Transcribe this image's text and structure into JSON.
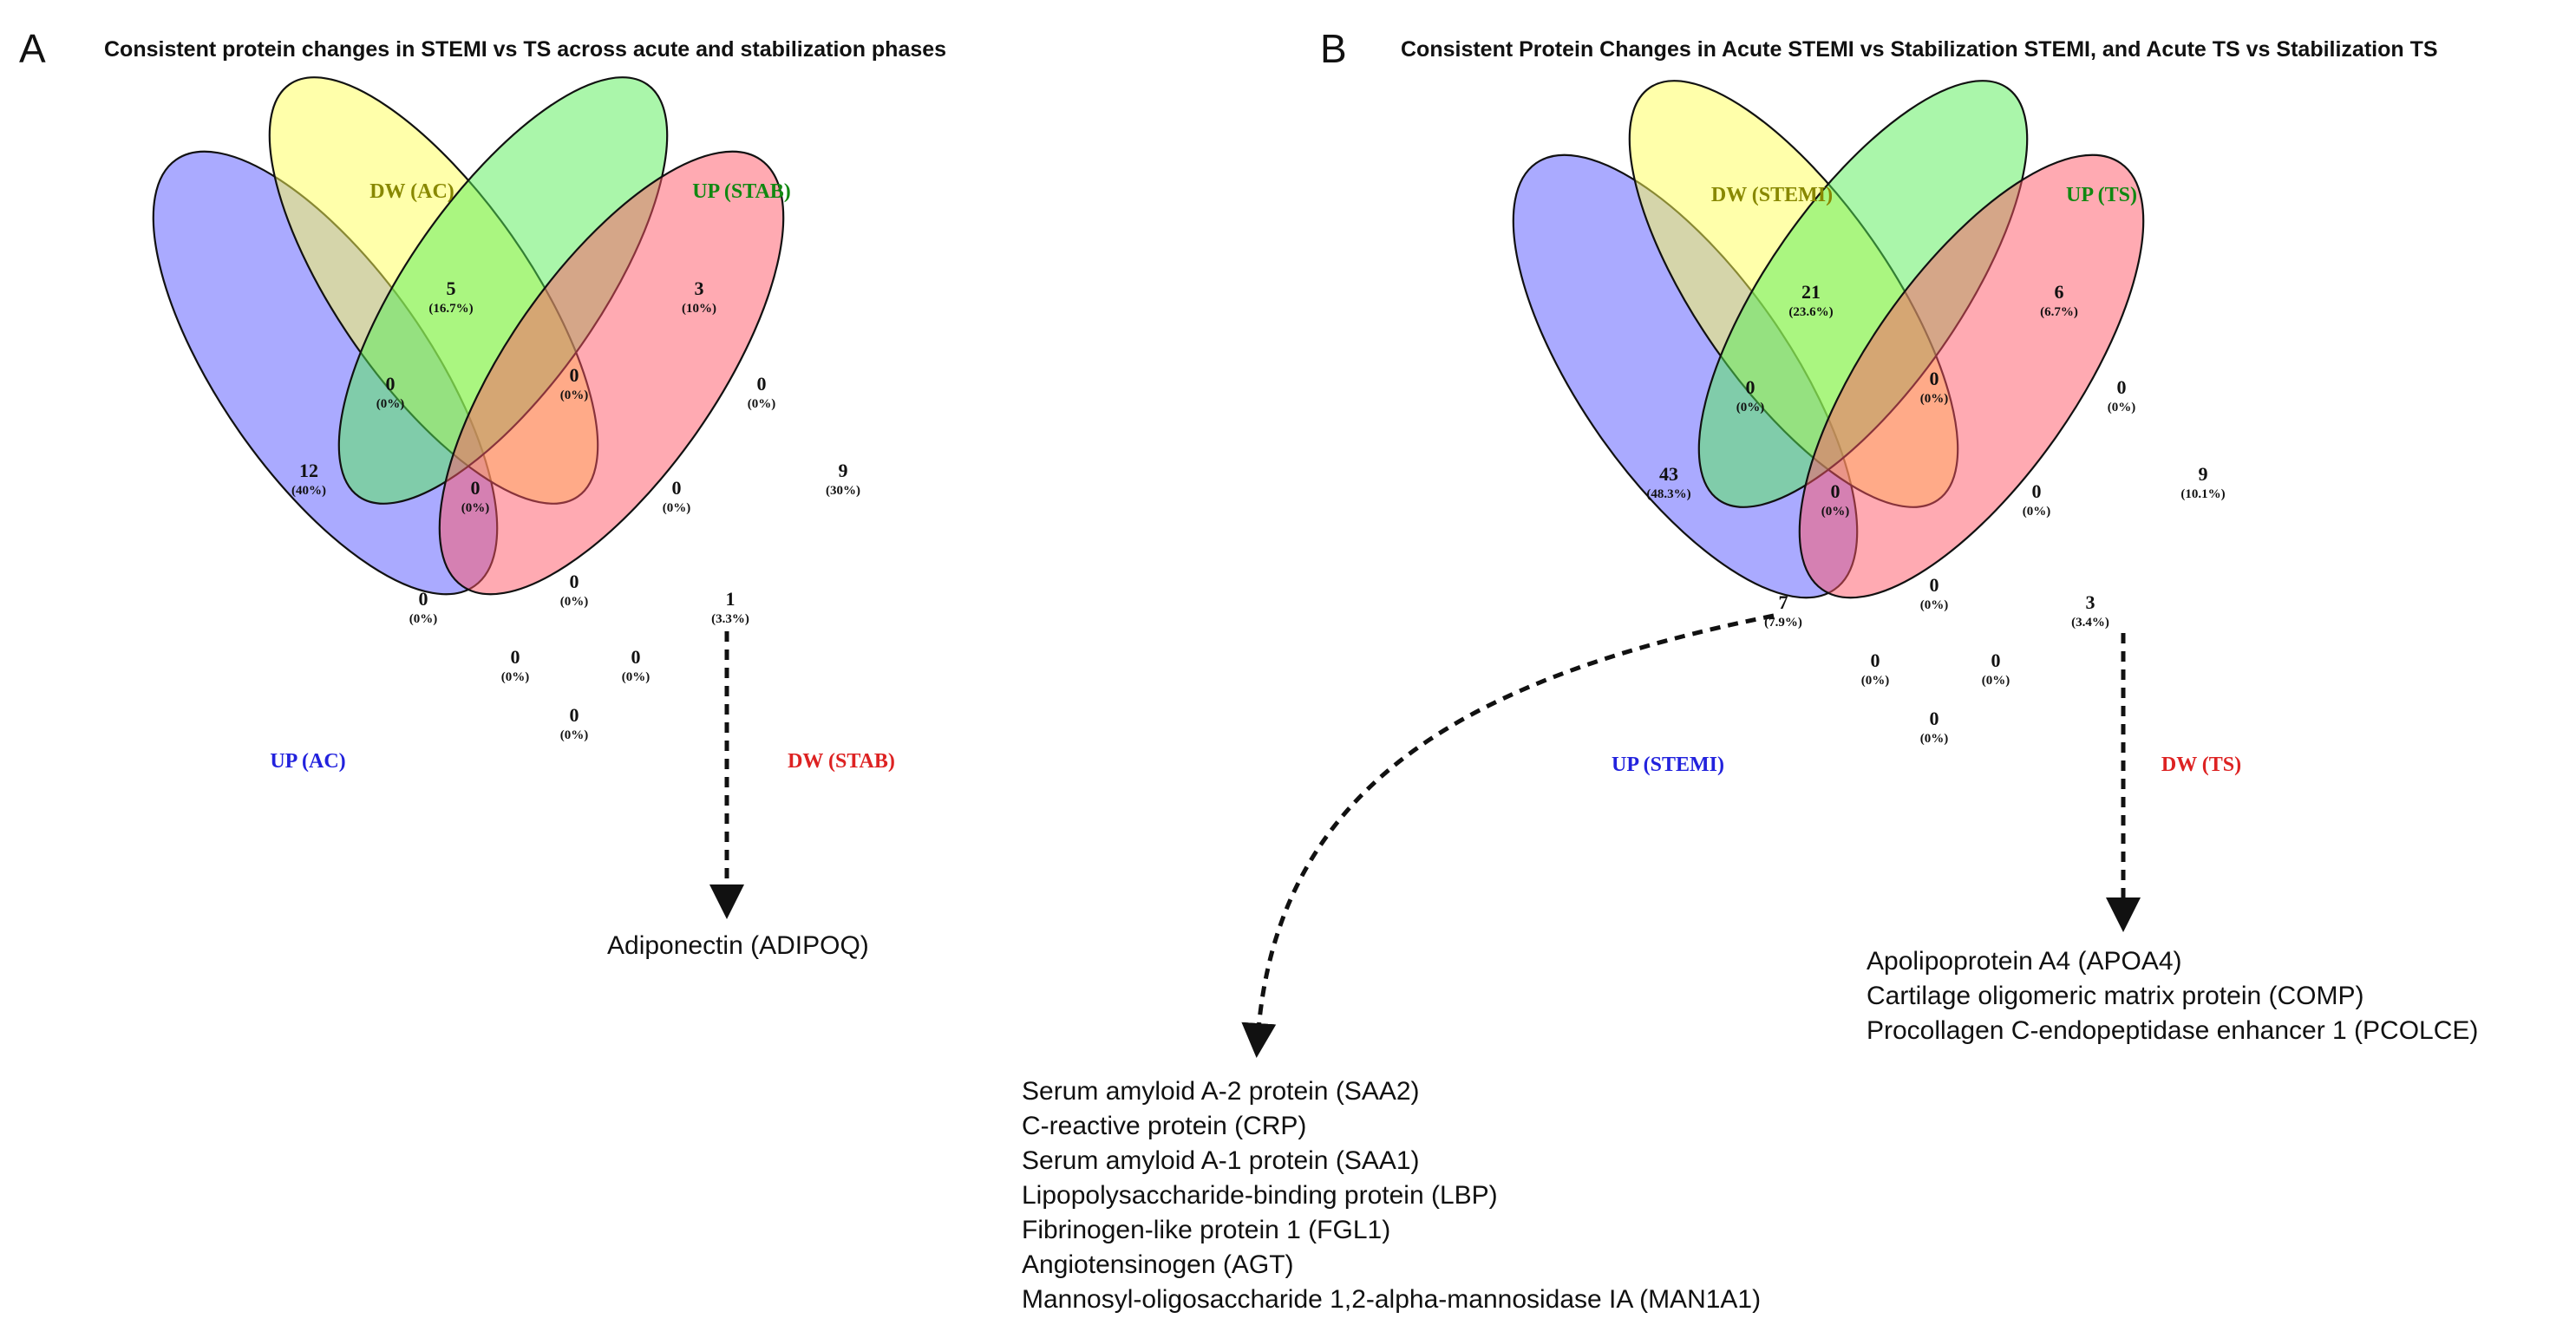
{
  "panels": [
    {
      "letter": "A",
      "title": "Consistent protein changes in STEMI vs TS across acute and stabilization phases",
      "sets": [
        {
          "label": "UP (AC)",
          "color": "#2222dd",
          "fill": "#5555ff"
        },
        {
          "label": "DW (AC)",
          "color": "#888800",
          "fill": "#ffff55"
        },
        {
          "label": "UP (STAB)",
          "color": "#118811",
          "fill": "#55ee55"
        },
        {
          "label": "DW (STAB)",
          "color": "#dd2222",
          "fill": "#ff5566"
        }
      ],
      "regions": [
        {
          "key": "only_1",
          "count": "12",
          "pct": "(40%)"
        },
        {
          "key": "only_2",
          "count": "5",
          "pct": "(16.7%)"
        },
        {
          "key": "only_3",
          "count": "3",
          "pct": "(10%)"
        },
        {
          "key": "only_4",
          "count": "9",
          "pct": "(30%)"
        },
        {
          "key": "1_2",
          "count": "0",
          "pct": "(0%)"
        },
        {
          "key": "2_3",
          "count": "0",
          "pct": "(0%)"
        },
        {
          "key": "3_4",
          "count": "0",
          "pct": "(0%)"
        },
        {
          "key": "1_2_3",
          "count": "0",
          "pct": "(0%)"
        },
        {
          "key": "2_3_4",
          "count": "0",
          "pct": "(0%)"
        },
        {
          "key": "1_2_3_4",
          "count": "0",
          "pct": "(0%)"
        },
        {
          "key": "1_3",
          "count": "0",
          "pct": "(0%)"
        },
        {
          "key": "2_4",
          "count": "1",
          "pct": "(3.3%)"
        },
        {
          "key": "1_3_4",
          "count": "0",
          "pct": "(0%)"
        },
        {
          "key": "1_2_4",
          "count": "0",
          "pct": "(0%)"
        },
        {
          "key": "1_4",
          "count": "0",
          "pct": "(0%)"
        }
      ],
      "callouts": [
        {
          "from_region": "2_4",
          "proteins": [
            "Adiponectin (ADIPOQ)"
          ]
        }
      ]
    },
    {
      "letter": "B",
      "title": "Consistent Protein Changes in Acute STEMI vs Stabilization STEMI, and Acute TS vs Stabilization TS",
      "sets": [
        {
          "label": "UP (STEMI)",
          "color": "#2222dd",
          "fill": "#5555ff"
        },
        {
          "label": "DW (STEMI)",
          "color": "#888800",
          "fill": "#ffff55"
        },
        {
          "label": "UP (TS)",
          "color": "#118811",
          "fill": "#55ee55"
        },
        {
          "label": "DW (TS)",
          "color": "#dd2222",
          "fill": "#ff5566"
        }
      ],
      "regions": [
        {
          "key": "only_1",
          "count": "43",
          "pct": "(48.3%)"
        },
        {
          "key": "only_2",
          "count": "21",
          "pct": "(23.6%)"
        },
        {
          "key": "only_3",
          "count": "6",
          "pct": "(6.7%)"
        },
        {
          "key": "only_4",
          "count": "9",
          "pct": "(10.1%)"
        },
        {
          "key": "1_2",
          "count": "0",
          "pct": "(0%)"
        },
        {
          "key": "2_3",
          "count": "0",
          "pct": "(0%)"
        },
        {
          "key": "3_4",
          "count": "0",
          "pct": "(0%)"
        },
        {
          "key": "1_2_3",
          "count": "0",
          "pct": "(0%)"
        },
        {
          "key": "2_3_4",
          "count": "0",
          "pct": "(0%)"
        },
        {
          "key": "1_2_3_4",
          "count": "0",
          "pct": "(0%)"
        },
        {
          "key": "1_3",
          "count": "7",
          "pct": "(7.9%)"
        },
        {
          "key": "2_4",
          "count": "3",
          "pct": "(3.4%)"
        },
        {
          "key": "1_3_4",
          "count": "0",
          "pct": "(0%)"
        },
        {
          "key": "1_2_4",
          "count": "0",
          "pct": "(0%)"
        },
        {
          "key": "1_4",
          "count": "0",
          "pct": "(0%)"
        }
      ],
      "callouts": [
        {
          "from_region": "1_3",
          "proteins": [
            "Serum amyloid A-2 protein (SAA2)",
            "C-reactive protein (CRP)",
            "Serum amyloid A-1 protein (SAA1)",
            "Lipopolysaccharide-binding protein (LBP)",
            "Fibrinogen-like protein 1 (FGL1)",
            "Angiotensinogen (AGT)",
            "Mannosyl-oligosaccharide 1,2-alpha-mannosidase IA (MAN1A1)"
          ]
        },
        {
          "from_region": "2_4",
          "proteins": [
            "Apolipoprotein A4 (APOA4)",
            "Cartilage oligomeric matrix protein (COMP)",
            "Procollagen C-endopeptidase enhancer 1 (PCOLCE)"
          ]
        }
      ]
    }
  ]
}
